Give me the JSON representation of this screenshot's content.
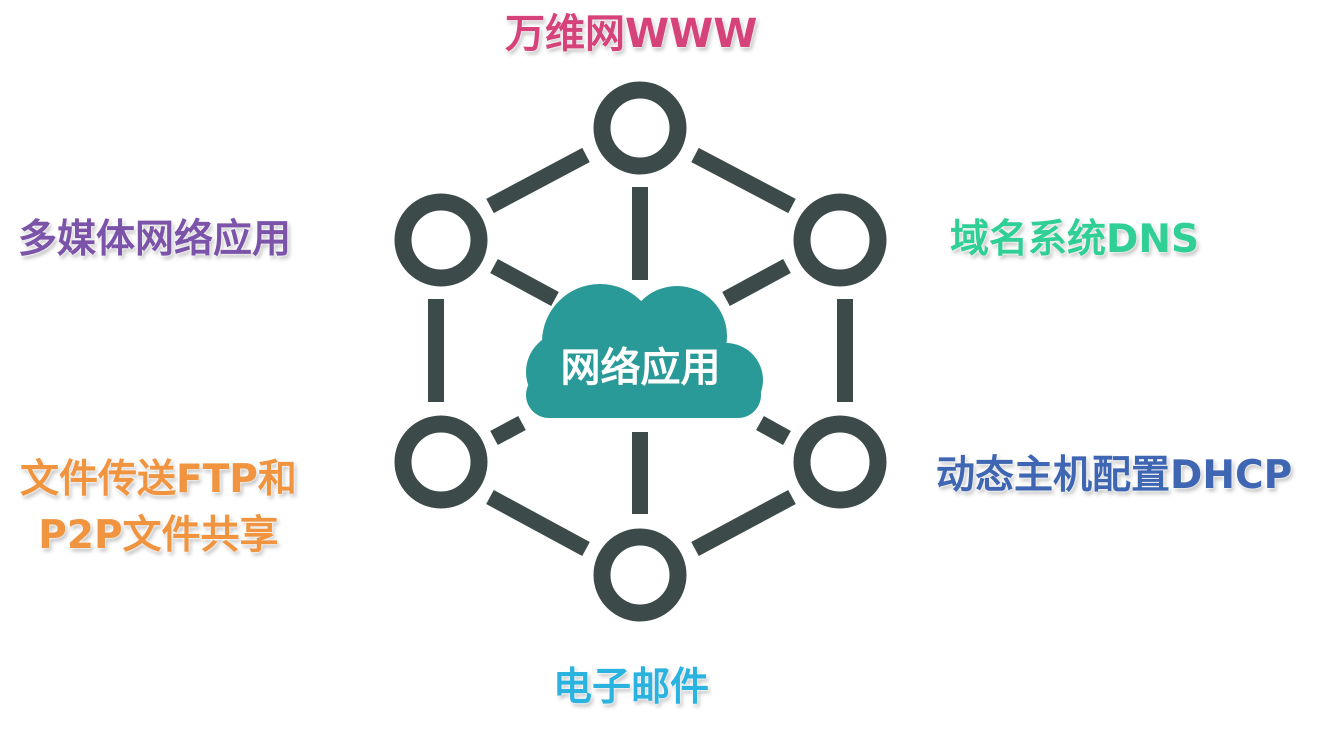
{
  "center": {
    "label": "网络应用",
    "color": "#2a9a98"
  },
  "node_color": "#3d4a4a",
  "applications": [
    {
      "id": "www",
      "label": "万维网WWW",
      "color": "#d6427a"
    },
    {
      "id": "dns",
      "label": "域名系统DNS",
      "color": "#2fcf96"
    },
    {
      "id": "dhcp",
      "label": "动态主机配置DHCP",
      "color": "#3e66b2"
    },
    {
      "id": "email",
      "label": "电子邮件",
      "color": "#2bb3e0"
    },
    {
      "id": "ftp",
      "label_line1": "文件传送FTP和",
      "label_line2": "P2P文件共享",
      "color": "#f09440"
    },
    {
      "id": "multimedia",
      "label": "多媒体网络应用",
      "color": "#7b53a8"
    }
  ]
}
